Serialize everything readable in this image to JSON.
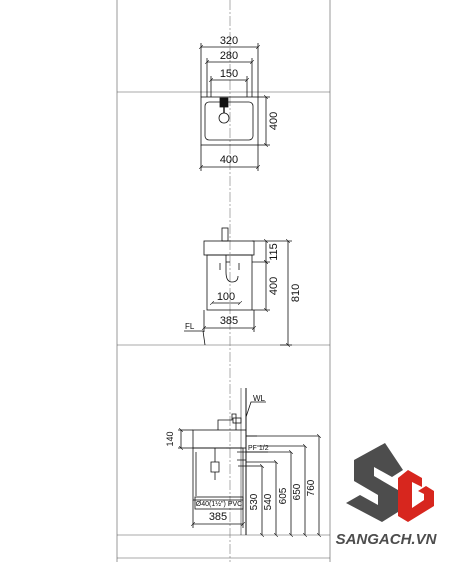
{
  "top_view": {
    "width_320": "320",
    "width_280": "280",
    "width_150": "150",
    "depth_400": "400",
    "width_400": "400"
  },
  "side_view": {
    "depth_115": "115",
    "height_400": "400",
    "height_810": "810",
    "width_100": "100",
    "width_385": "385",
    "floor_label": "FL"
  },
  "front_view": {
    "water_level_label": "WL",
    "height_140": "140",
    "pipe_label": "PF 1/2",
    "drain_label": "Ø40(1½\") PVC",
    "width_385": "385",
    "levels": [
      "530",
      "540",
      "605",
      "650",
      "760"
    ]
  },
  "watermark": {
    "brand": "SANGACH.VN",
    "colors": {
      "dark": "#4d4d4d",
      "red": "#d7261e"
    }
  }
}
